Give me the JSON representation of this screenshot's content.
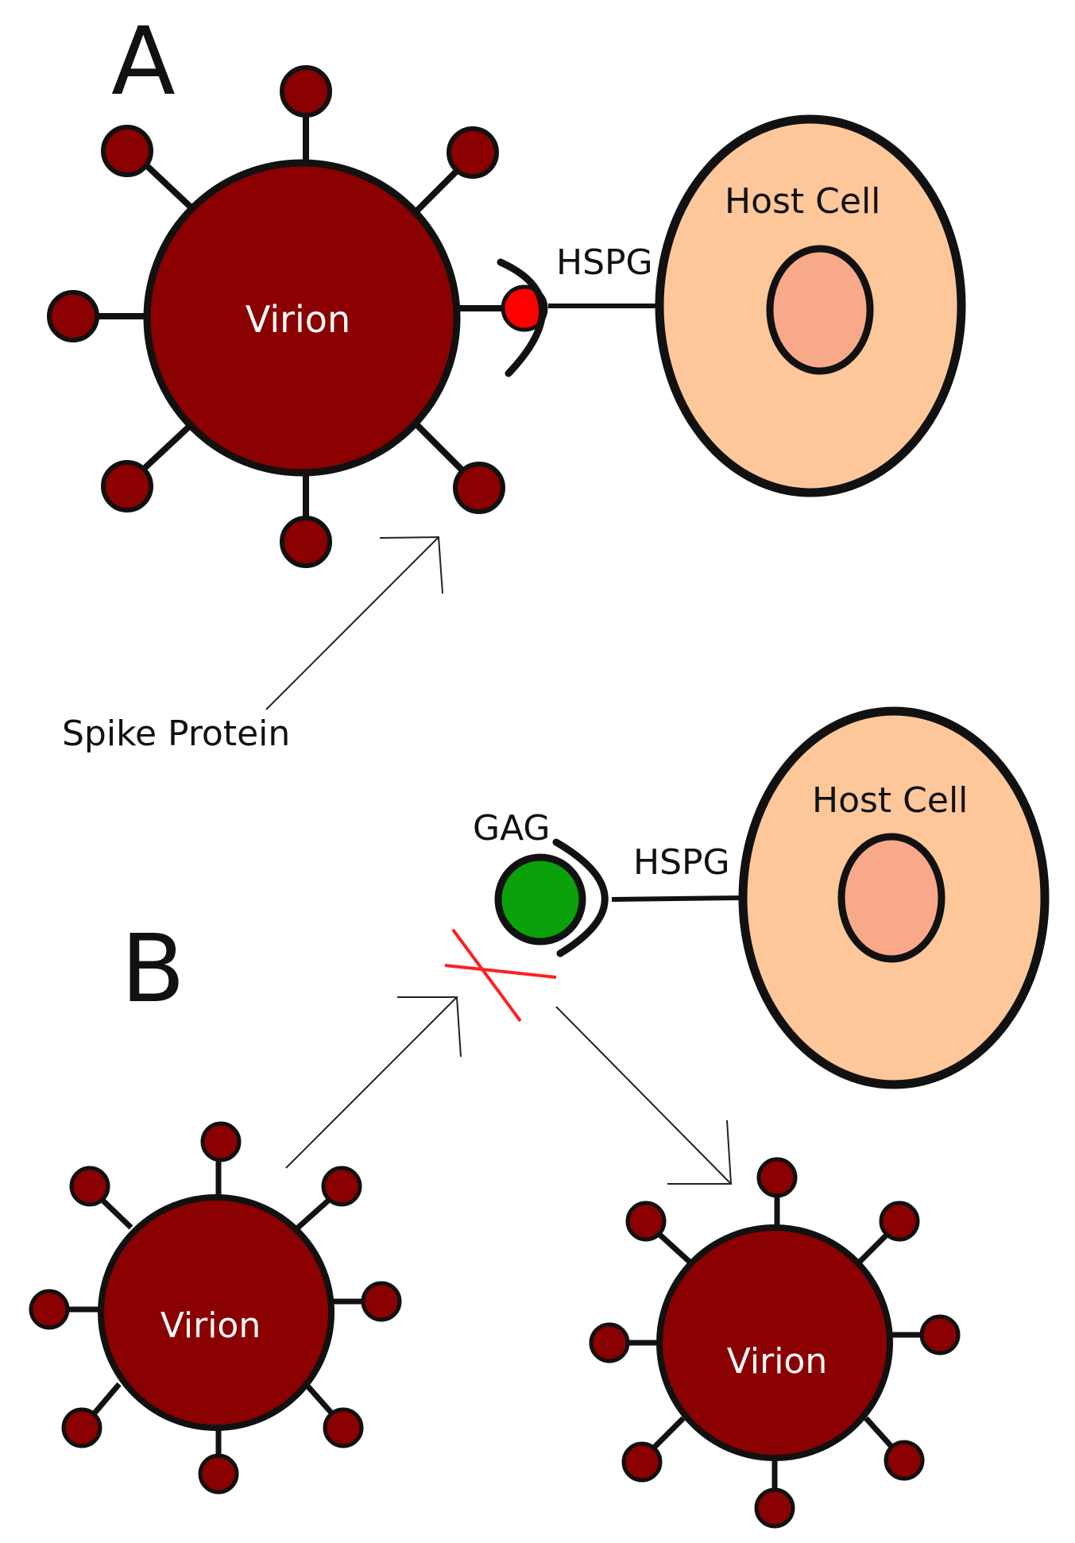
{
  "panel_a": {
    "letter": "A",
    "virion_label": "Virion",
    "hspg_label": "HSPG",
    "host_cell_label": "Host Cell",
    "spike_protein_label": "Spike Protein"
  },
  "panel_b": {
    "letter": "B",
    "gag_label": "GAG",
    "hspg_label": "HSPG",
    "host_cell_label": "Host Cell",
    "virion_label_left": "Virion",
    "virion_label_right": "Virion"
  },
  "colors": {
    "virion": "#8b0000",
    "spike_tip": "#8b0000",
    "host_cell": "#fdc79a",
    "nucleus": "#f8a98a",
    "bound_spike": "#ff0000",
    "gag": "#0aa10a",
    "blocked_x": "#ff2020",
    "outline": "#111111"
  }
}
